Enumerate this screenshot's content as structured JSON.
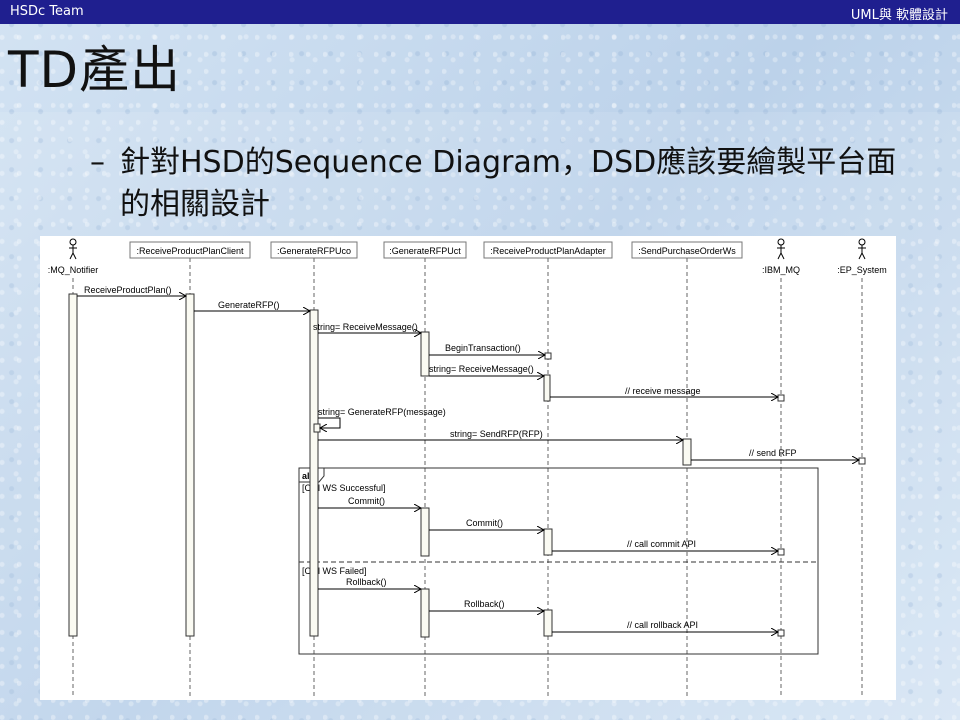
{
  "header": {
    "left": "HSDc Team",
    "right": "UML與 軟體設計"
  },
  "slide": {
    "title": "TD產出",
    "bullet_dash": "–",
    "bullet_text": "針對HSD的Sequence Diagram，DSD應該要繪製平台面的相關設計"
  },
  "diagram": {
    "type": "sequence",
    "participants": [
      {
        "name": ":MQ_Notifier",
        "kind": "actor"
      },
      {
        "name": ":ReceiveProductPlanClient",
        "kind": "object"
      },
      {
        "name": ":GenerateRFPUco",
        "kind": "object"
      },
      {
        "name": ":GenerateRFPUct",
        "kind": "object"
      },
      {
        "name": ":ReceiveProductPlanAdapter",
        "kind": "object"
      },
      {
        "name": ":SendPurchaseOrderWs",
        "kind": "object"
      },
      {
        "name": ":IBM_MQ",
        "kind": "actor"
      },
      {
        "name": ":EP_System",
        "kind": "actor"
      }
    ],
    "messages": [
      "ReceiveProductPlan()",
      "GenerateRFP()",
      "string= ReceiveMessage()",
      "BeginTransaction()",
      "string= ReceiveMessage()",
      "// receive message",
      "string= GenerateRFP(message)",
      "string= SendRFP(RFP)",
      "// send RFP",
      "Commit()",
      "Commit()",
      "// call commit API",
      "Rollback()",
      "Rollback()",
      "// call rollback API"
    ],
    "fragment": {
      "operator": "alt",
      "guard1": "[Call WS Successful]",
      "guard2": "[Call WS Failed]"
    }
  }
}
